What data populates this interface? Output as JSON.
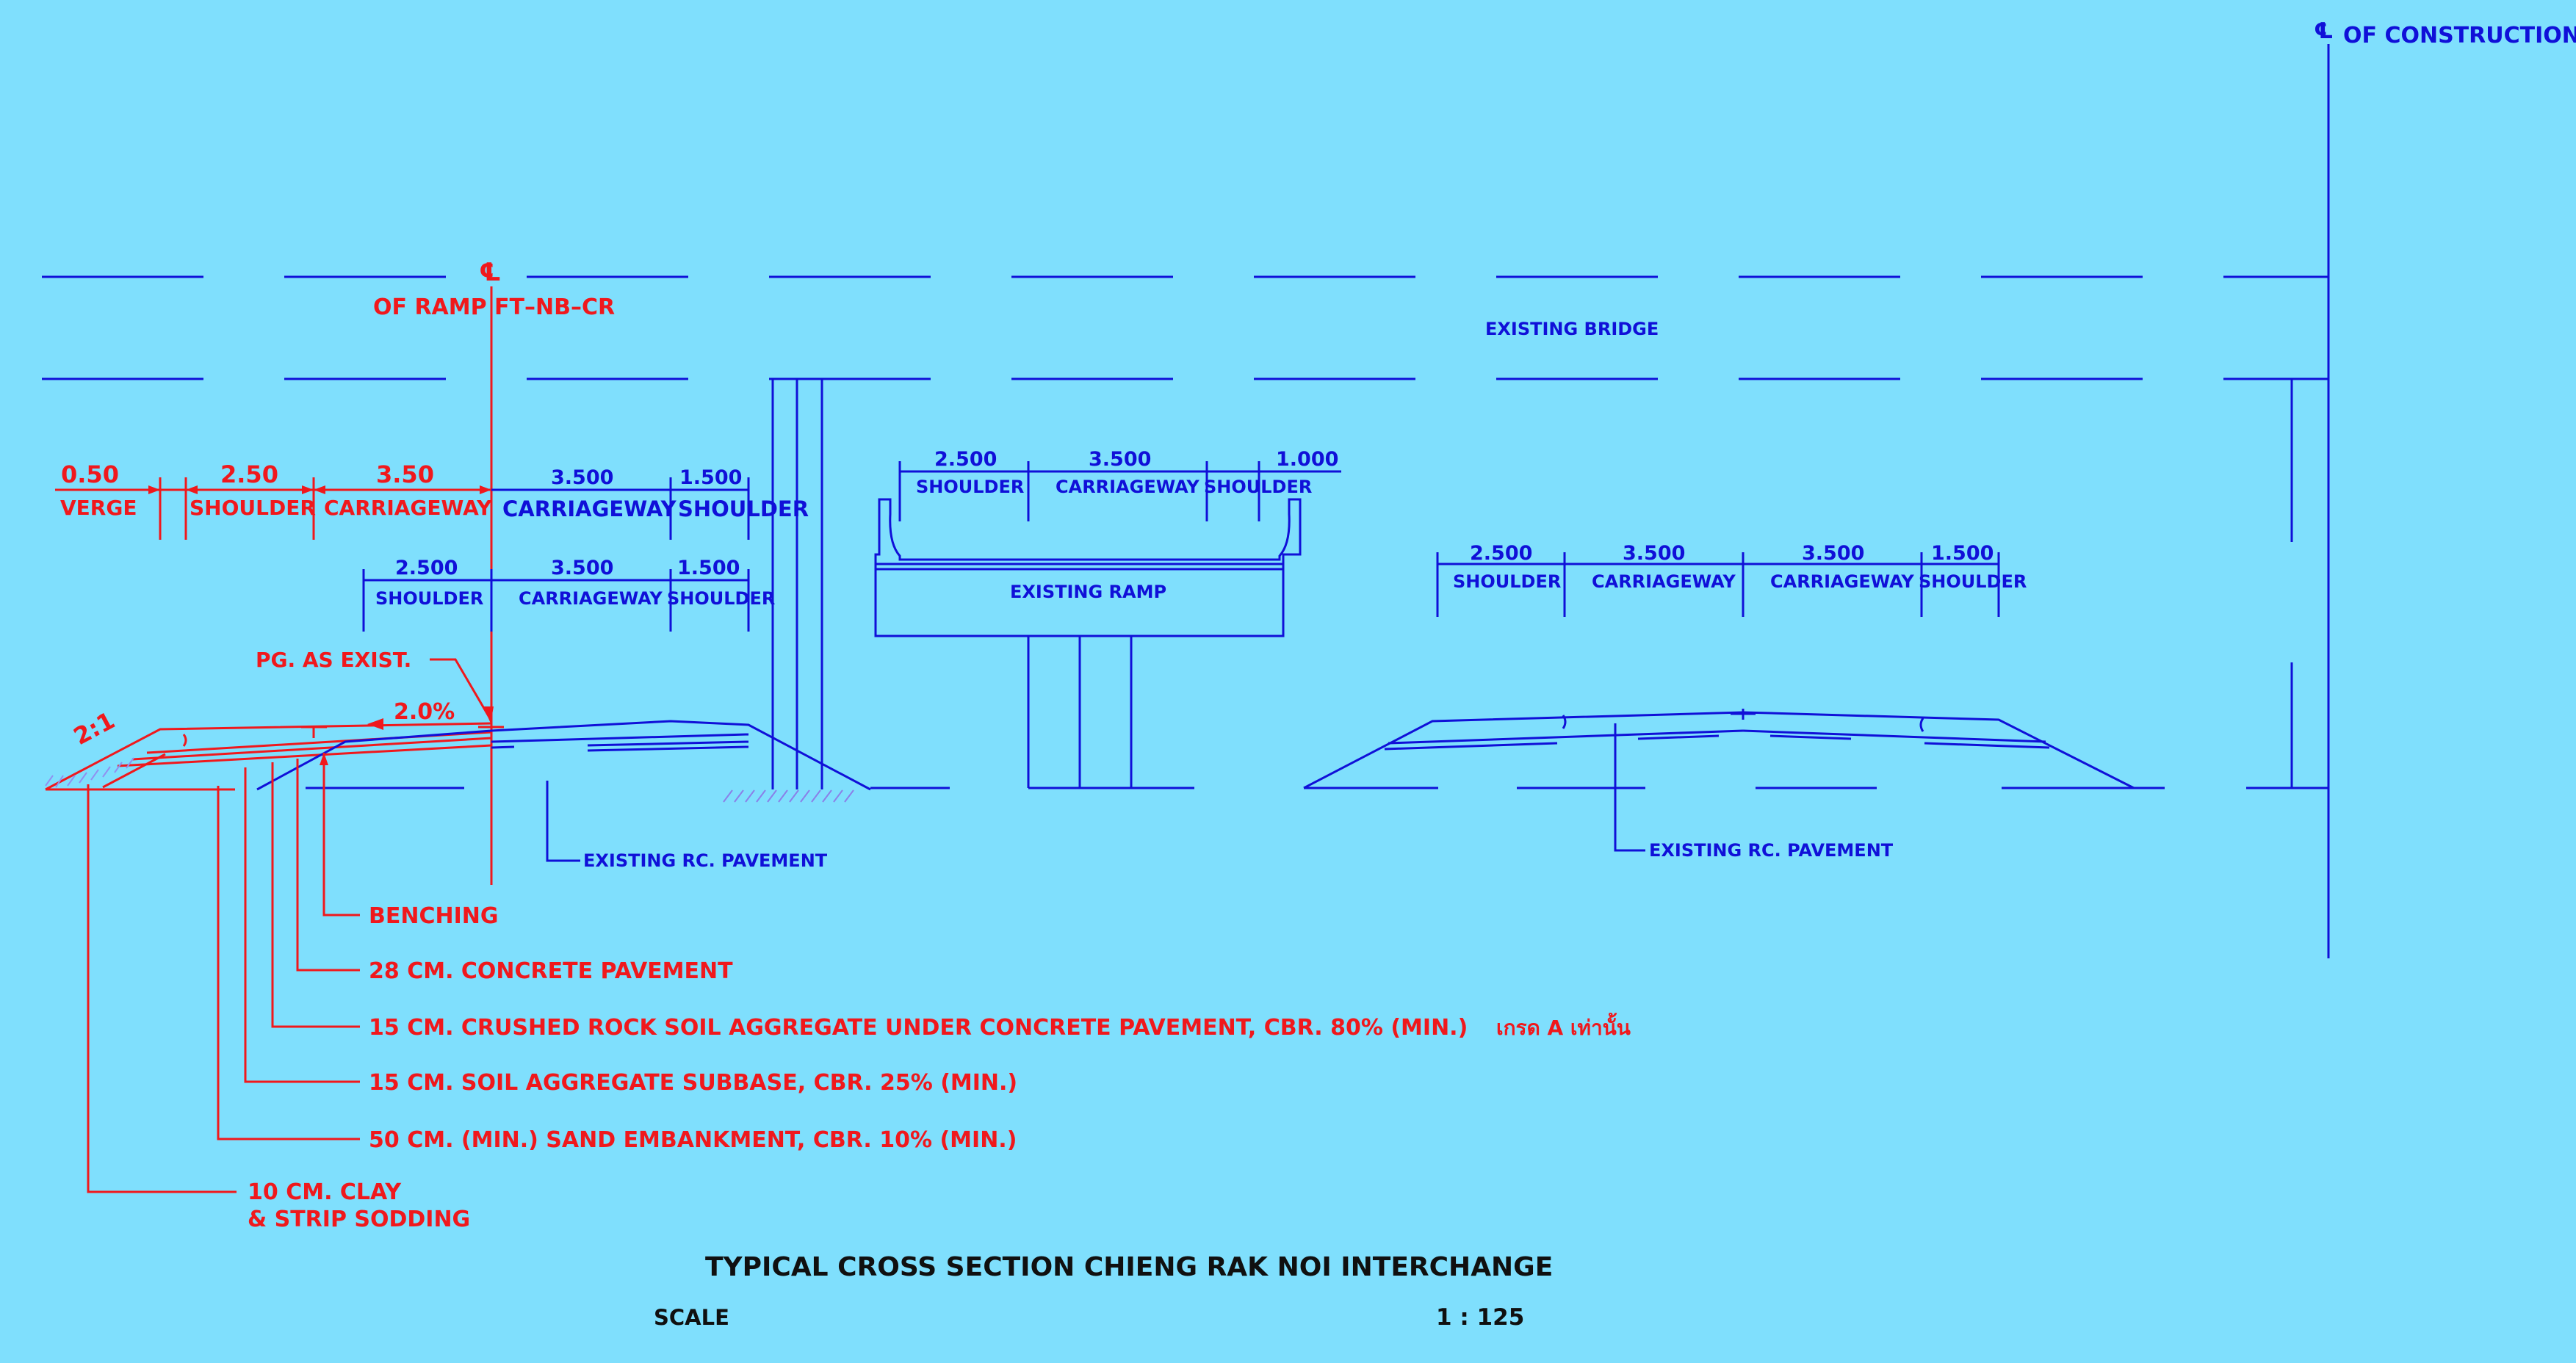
{
  "colors": {
    "background": "#7fdffd",
    "proposed": "#f0181c",
    "existing": "#1010d8",
    "title": "#101010"
  },
  "construction_cl": {
    "symbol": "℄",
    "label": "OF CONSTRUCTION"
  },
  "ramp_cl": {
    "symbol": "℄",
    "label": "OF RAMP FT–NB–CR"
  },
  "bridge": {
    "label": "EXISTING BRIDGE"
  },
  "proposed_dims": [
    {
      "value": "0.50",
      "label": "VERGE"
    },
    {
      "value": "2.50",
      "label": "SHOULDER"
    },
    {
      "value": "3.50",
      "label": "CARRIAGEWAY"
    }
  ],
  "existing_upper_dims": [
    {
      "value": "3.500",
      "label": "CARRIAGEWAY"
    },
    {
      "value": "1.500",
      "label": "SHOULDER"
    }
  ],
  "existing_lower_dims": [
    {
      "value": "2.500",
      "label": "SHOULDER"
    },
    {
      "value": "3.500",
      "label": "CARRIAGEWAY"
    },
    {
      "value": "1.500",
      "label": "SHOULDER"
    }
  ],
  "ramp_dims": [
    {
      "value": "2.500",
      "label": "SHOULDER"
    },
    {
      "value": "3.500",
      "label": "CARRIAGEWAY"
    },
    {
      "value": "1.000",
      "label": "SHOULDER"
    }
  ],
  "ramp": {
    "label": "EXISTING RAMP"
  },
  "right_dims": [
    {
      "value": "2.500",
      "label": "SHOULDER"
    },
    {
      "value": "3.500",
      "label": "CARRIAGEWAY"
    },
    {
      "value": "3.500",
      "label": "CARRIAGEWAY"
    },
    {
      "value": "1.500",
      "label": "SHOULDER"
    }
  ],
  "annotations": {
    "pg": "PG. AS EXIST.",
    "slope": "2:1",
    "crossfall": "2.0%",
    "pavement_left": "EXISTING RC. PAVEMENT",
    "pavement_right": "EXISTING RC. PAVEMENT"
  },
  "layers": [
    "BENCHING",
    "28 CM. CONCRETE PAVEMENT",
    "15 CM. CRUSHED ROCK SOIL AGGREGATE UNDER CONCRETE PAVEMENT, CBR. 80% (MIN.)",
    "15 CM. SOIL AGGREGATE SUBBASE, CBR. 25% (MIN.)",
    "50 CM. (MIN.) SAND EMBANKMENT, CBR. 10% (MIN.)"
  ],
  "clay_layer": {
    "line1": "10 CM. CLAY",
    "line2": "& STRIP SODDING"
  },
  "grade_note": "เกรด A เท่านั้น",
  "title": "TYPICAL CROSS SECTION CHIENG RAK NOI INTERCHANGE",
  "scale": {
    "label": "SCALE",
    "value": "1 : 125"
  }
}
